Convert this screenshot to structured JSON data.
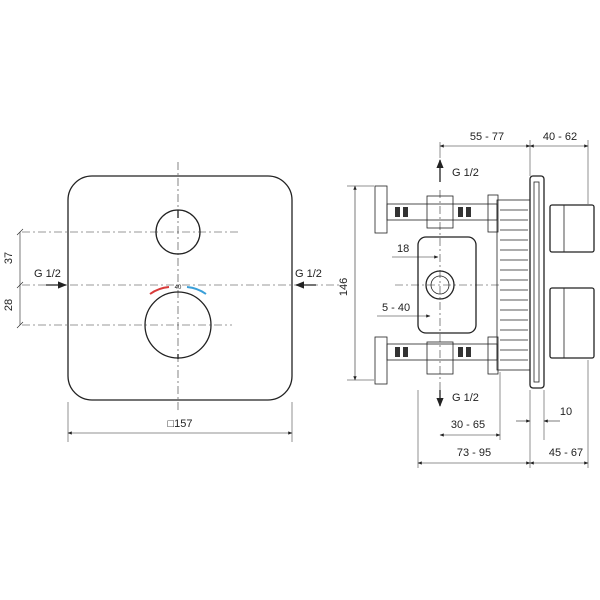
{
  "front_view": {
    "dim_width": "□157",
    "dim_upper": "37",
    "dim_lower": "28",
    "inlet_left": "G 1/2",
    "inlet_right": "G 1/2",
    "dial_mark": "40"
  },
  "side_view": {
    "outlet_top": "G 1/2",
    "outlet_bottom": "G 1/2",
    "dim_height": "146",
    "dim_hub": "18",
    "dim_left_offset": "5 - 40",
    "dim_top_body": "55 - 77",
    "dim_top_handle": "40 - 62",
    "dim_bottom_inner": "30 - 65",
    "dim_bottom_plate": "10",
    "dim_bottom_body": "73 - 95",
    "dim_bottom_handle": "45 - 67"
  },
  "colors": {
    "hot": "#d83a3a",
    "cold": "#3a9fd8"
  }
}
